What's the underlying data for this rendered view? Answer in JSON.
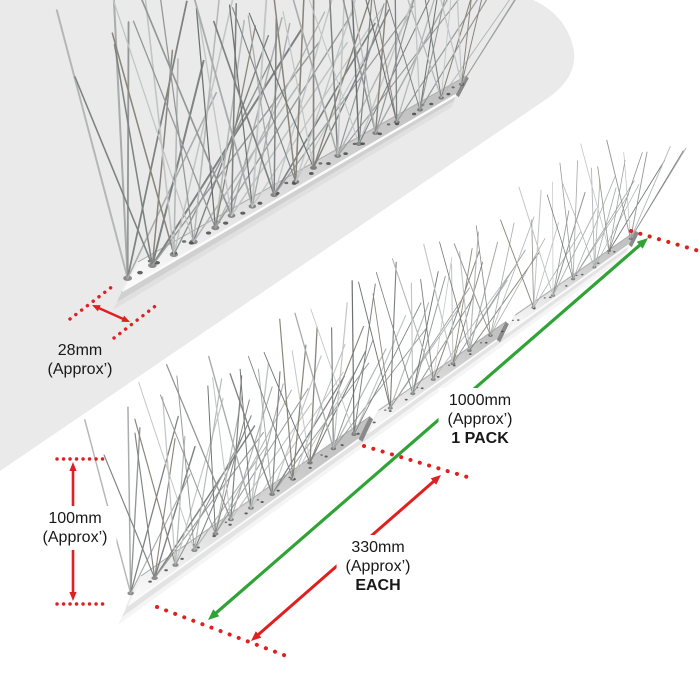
{
  "labels": {
    "width": {
      "value": "28mm",
      "approx": "(Approx’)"
    },
    "height": {
      "value": "100mm",
      "approx": "(Approx’)"
    },
    "pack": {
      "value": "1000mm",
      "approx": "(Approx’)",
      "qualifier": "1 PACK"
    },
    "each": {
      "value": "330mm",
      "approx": "(Approx’)",
      "qualifier": "EACH"
    }
  },
  "colors": {
    "dimension_red": "#e02020",
    "dimension_green": "#2fa335",
    "card_gray": "#eaeaea",
    "text": "#181818",
    "background": "#ffffff"
  }
}
